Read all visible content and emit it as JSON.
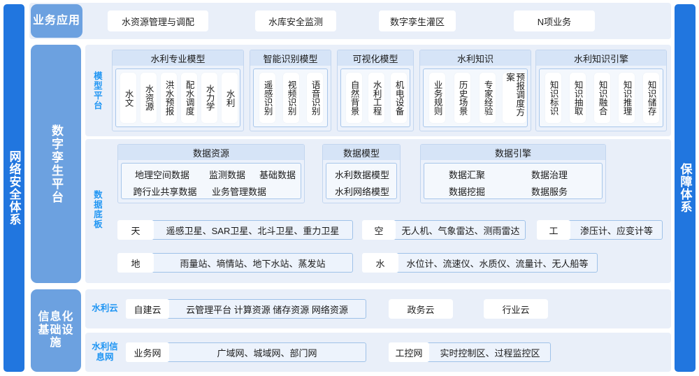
{
  "side_bars": {
    "left": {
      "label": "网络安全体系"
    },
    "right": {
      "label": "保障体系"
    }
  },
  "colors": {
    "accent_bar": "#2176df",
    "category_chip": "#6ca1e0",
    "band_bg": "#e9eff9",
    "group_head": "#d6e4f7",
    "group_border": "#c3d6ef",
    "sub_label": "#2196f3"
  },
  "business_application": {
    "category": "业务应用",
    "items": [
      "水资源管理与调配",
      "水库安全监测",
      "数字孪生灌区",
      "N项业务"
    ]
  },
  "digital_twin_platform": {
    "category": "数字孪生平台",
    "model_platform": {
      "label": "模型平台",
      "groups": [
        {
          "title": "水利专业模型",
          "items": [
            "水文",
            "水资源",
            "洪水预报",
            "配水调度",
            "水力学",
            "水利"
          ]
        },
        {
          "title": "智能识别模型",
          "items": [
            "遥感识别",
            "视频识别",
            "语音识别"
          ]
        },
        {
          "title": "可视化模型",
          "items": [
            "自然背景",
            "水利工程",
            "机电设备"
          ]
        },
        {
          "title": "水利知识",
          "items": [
            "业务规则",
            "历史场景",
            "专家经验",
            "预报调度方案"
          ]
        },
        {
          "title": "水利知识引擎",
          "items": [
            "知识标识",
            "知识抽取",
            "知识融合",
            "知识推理",
            "知识储存"
          ]
        }
      ]
    },
    "data_base_plate": {
      "label": "数据底板",
      "groups": [
        {
          "title": "数据资源",
          "rows": [
            [
              "地理空间数据",
              "监测数据",
              "基础数据"
            ],
            [
              "跨行业共享数据",
              "业务管理数据"
            ]
          ]
        },
        {
          "title": "数据模型",
          "rows": [
            [
              "水利数据模型"
            ],
            [
              "水利网络模型"
            ]
          ]
        },
        {
          "title": "数据引擎",
          "rows": [
            [
              "数据汇聚",
              "数据治理"
            ],
            [
              "数据挖掘",
              "数据服务"
            ]
          ]
        }
      ],
      "sensing": [
        {
          "key": "天",
          "value": "遥感卫星、SAR卫星、北斗卫星、重力卫星"
        },
        {
          "key": "空",
          "value": "无人机、气象雷达、测雨雷达"
        },
        {
          "key": "工",
          "value": "渗压计、应变计等"
        },
        {
          "key": "地",
          "value": "雨量站、墒情站、地下水站、蒸发站"
        },
        {
          "key": "水",
          "value": "水位计、流速仪、水质仪、流量计、无人船等"
        }
      ]
    }
  },
  "infrastructure": {
    "category": "信息化基础设施",
    "cloud": {
      "label": "水利云",
      "key": "自建云",
      "value": "云管理平台 计算资源 储存资源 网络资源",
      "extra": [
        "政务云",
        "行业云"
      ]
    },
    "network": {
      "label": "水利信息网",
      "key": "业务网",
      "value": "广域网、城域网、部门网",
      "key2": "工控网",
      "value2": "实时控制区、过程监控区"
    }
  }
}
